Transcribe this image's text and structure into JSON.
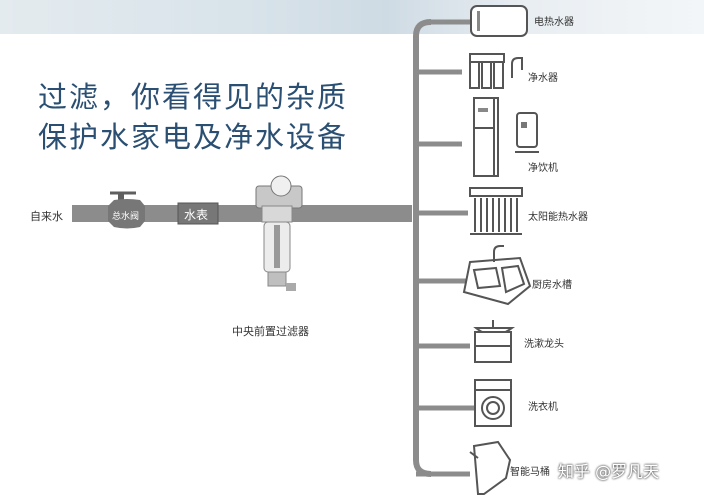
{
  "headline": {
    "line1": "过滤，你看得见的杂质",
    "line2": "保护水家电及净水设备"
  },
  "main_line": {
    "source_label": "自来水",
    "valve_label": "总水阀",
    "meter_label": "水表",
    "filter_label": "中央前置过滤器"
  },
  "appliances": [
    {
      "label": "电热水器",
      "icon": "water-heater-icon"
    },
    {
      "label": "净水器",
      "icon": "water-purifier-icon"
    },
    {
      "label": "净饮机",
      "icon": "water-dispenser-icon"
    },
    {
      "label": "太阳能热水器",
      "icon": "solar-heater-icon"
    },
    {
      "label": "厨房水槽",
      "icon": "kitchen-sink-icon"
    },
    {
      "label": "洗漱龙头",
      "icon": "wash-basin-icon"
    },
    {
      "label": "洗衣机",
      "icon": "washing-machine-icon"
    },
    {
      "label": "智能马桶",
      "icon": "smart-toilet-icon"
    }
  ],
  "watermark": "知乎 @罗凡天"
}
